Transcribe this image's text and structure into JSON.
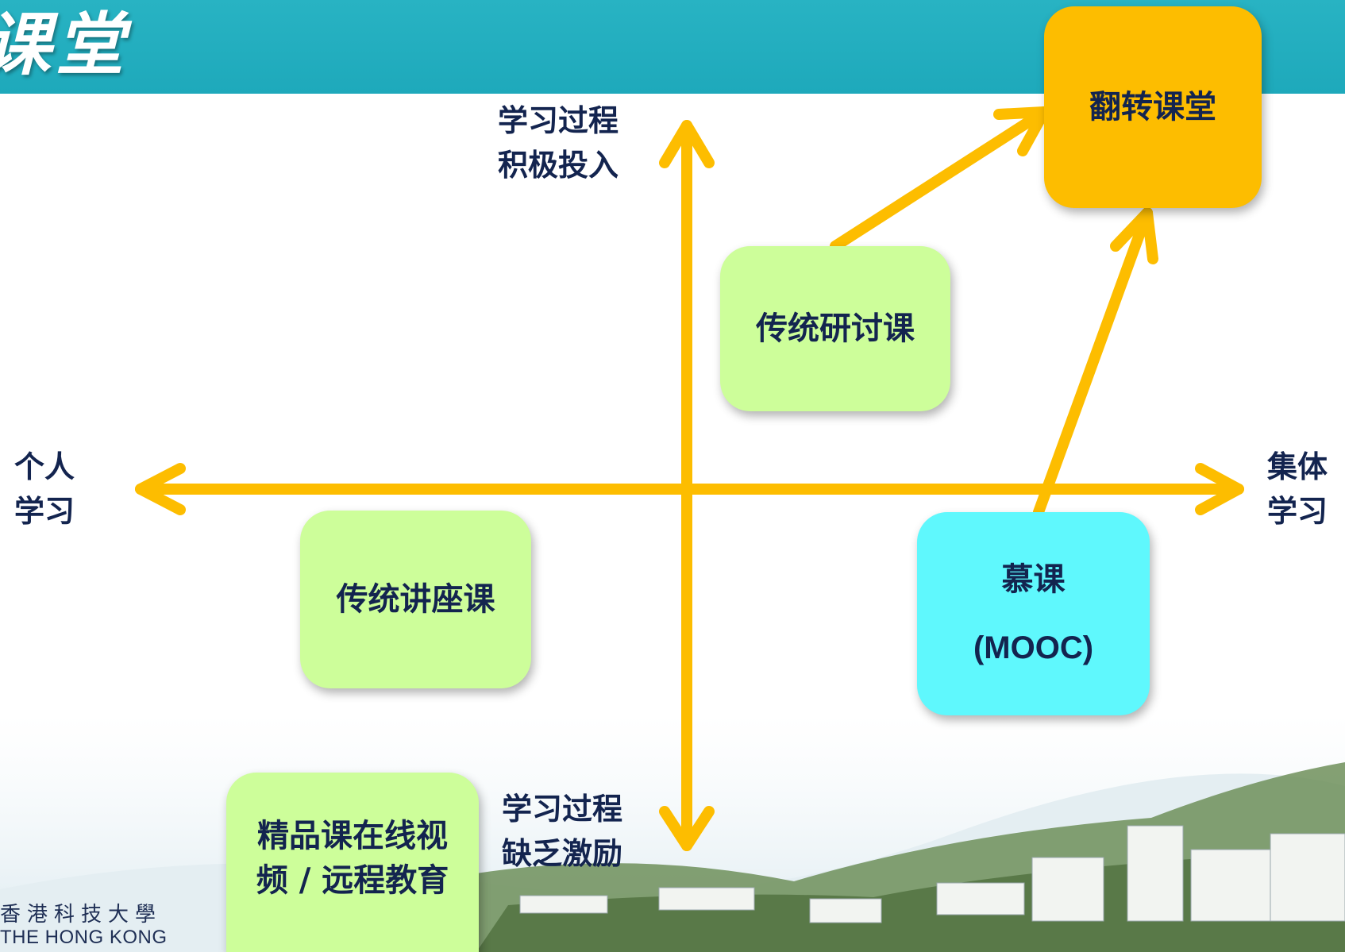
{
  "header": {
    "title": "课堂"
  },
  "axes": {
    "top": [
      "学习过程",
      "积极投入"
    ],
    "bottom": [
      "学习过程",
      "缺乏激励"
    ],
    "left": [
      "个人",
      "学习"
    ],
    "right": [
      "集体",
      "学习"
    ]
  },
  "boxes": {
    "flipped": "翻转课堂",
    "seminar": "传统研讨课",
    "lecture": "传统讲座课",
    "mooc_line1": "慕课",
    "mooc_line2": "(MOOC)",
    "video_line1": "精品课在线视",
    "video_line2": "频 / 远程教育"
  },
  "logo": {
    "chinese": "香港科技大學",
    "english": "THE HONG KONG"
  },
  "colors": {
    "header": "#22aec0",
    "arrow": "#fdbd00",
    "green_box": "#cdfe9a",
    "cyan_box": "#5ff8fd",
    "orange_box": "#fdbd00",
    "text": "#13244f"
  }
}
